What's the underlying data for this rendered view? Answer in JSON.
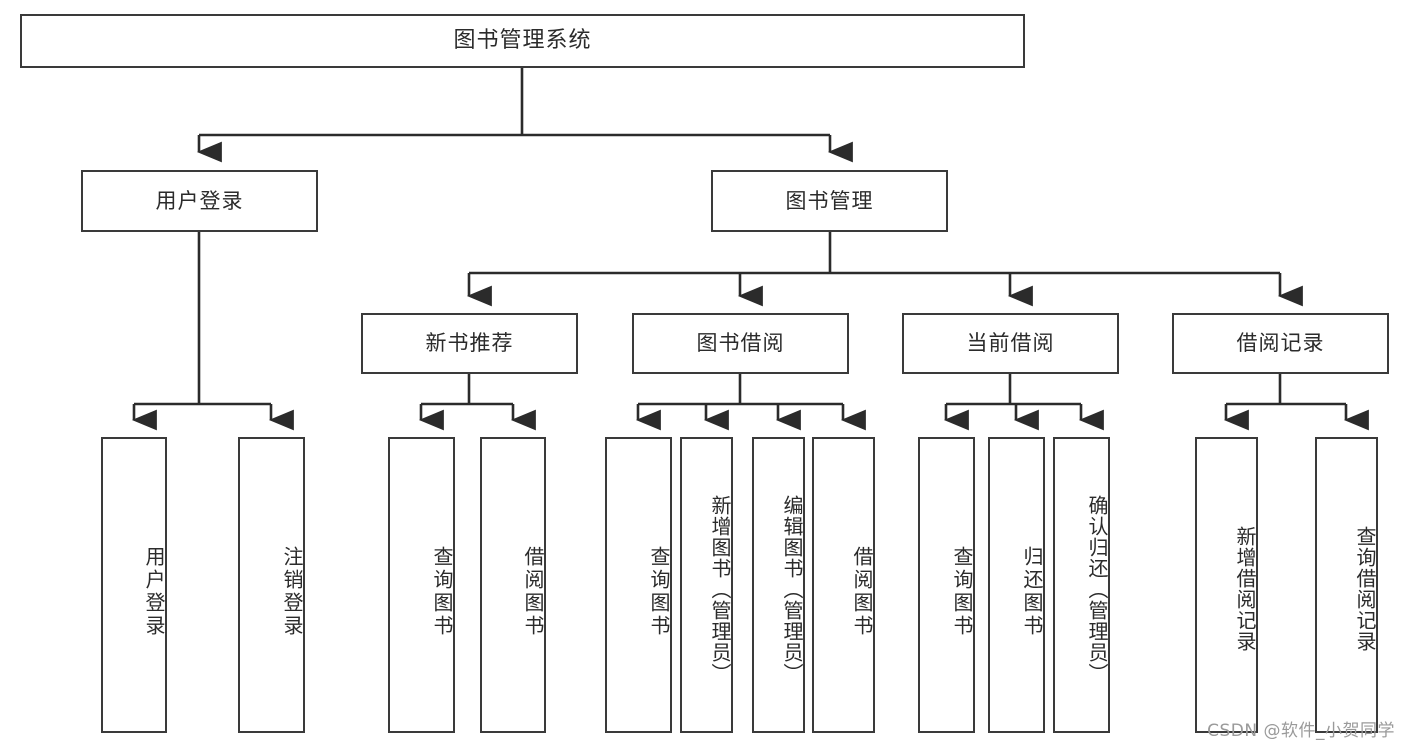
{
  "diagram": {
    "type": "tree",
    "title": "图书管理系统",
    "watermark": "CSDN @软件_小贺同学",
    "colors": {
      "box_border": "#3a3a3a",
      "box_fill": "#ffffff",
      "edge": "#2b2b2b",
      "text": "#2b2b2b",
      "watermark": "#9a9a9a"
    },
    "nodes": {
      "root": {
        "label": "图书管理系统"
      },
      "level2": [
        {
          "id": "user-login",
          "label": "用户登录"
        },
        {
          "id": "book-manage",
          "label": "图书管理"
        }
      ],
      "level3": [
        {
          "id": "new-book-recommend",
          "label": "新书推荐"
        },
        {
          "id": "book-borrow",
          "label": "图书借阅"
        },
        {
          "id": "current-borrow",
          "label": "当前借阅"
        },
        {
          "id": "borrow-record",
          "label": "借阅记录"
        }
      ],
      "leaves": [
        {
          "id": "leaf-user-login",
          "label": "用户登录",
          "parent": "用户登录"
        },
        {
          "id": "leaf-logout",
          "label": "注销登录",
          "parent": "用户登录"
        },
        {
          "id": "leaf-query-book-1",
          "label": "查询图书",
          "parent": "新书推荐"
        },
        {
          "id": "leaf-borrow-book-1",
          "label": "借阅图书",
          "parent": "新书推荐"
        },
        {
          "id": "leaf-query-book-2",
          "label": "查询图书",
          "parent": "图书借阅"
        },
        {
          "id": "leaf-add-book",
          "label": "新增图书（管理员）",
          "parent": "图书借阅"
        },
        {
          "id": "leaf-edit-book",
          "label": "编辑图书（管理员）",
          "parent": "图书借阅"
        },
        {
          "id": "leaf-borrow-book-2",
          "label": "借阅图书",
          "parent": "图书借阅"
        },
        {
          "id": "leaf-query-book-3",
          "label": "查询图书",
          "parent": "当前借阅"
        },
        {
          "id": "leaf-return-book",
          "label": "归还图书",
          "parent": "当前借阅"
        },
        {
          "id": "leaf-confirm-return",
          "label": "确认归还（管理员）",
          "parent": "当前借阅"
        },
        {
          "id": "leaf-add-record",
          "label": "新增借阅记录",
          "parent": "借阅记录"
        },
        {
          "id": "leaf-query-record",
          "label": "查询借阅记录",
          "parent": "借阅记录"
        }
      ]
    }
  }
}
